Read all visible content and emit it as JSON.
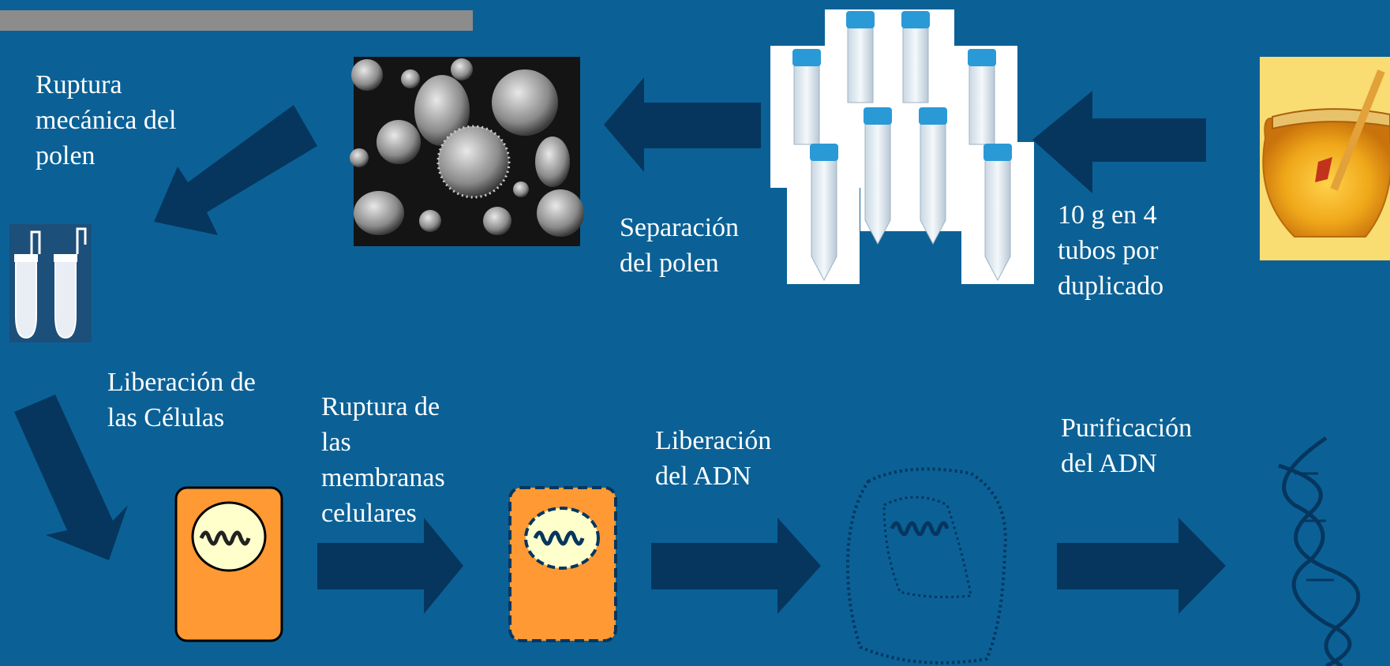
{
  "labels": {
    "ruptura_mecanica": "Ruptura\nmecánica del\npolen",
    "separacion": "Separación\ndel polen",
    "tubos": "10 g en 4\ntubos por\nduplicado",
    "liberacion_celulas": "Liberación de\nlas Células",
    "ruptura_membranas": "Ruptura de\nlas\nmembranas\ncelulares",
    "liberacion_adn": "Liberación\ndel ADN",
    "purificacion": "Purificación\ndel ADN"
  },
  "colors": {
    "background": "#0b6196",
    "arrow": "#06365e",
    "cell": "#ff9933",
    "nucleus": "#ffffcc",
    "title_bar": "#8c8c8c",
    "tube_cap": "#2a9ad6",
    "honey": "#f3b21c"
  },
  "icons": [
    "honey-jar-image",
    "falcon-tubes-image",
    "pollen-micrograph-image",
    "eppendorf-tubes-image",
    "cell-icon",
    "lysed-cell-icon",
    "released-dna-icon",
    "dna-helix-icon"
  ]
}
